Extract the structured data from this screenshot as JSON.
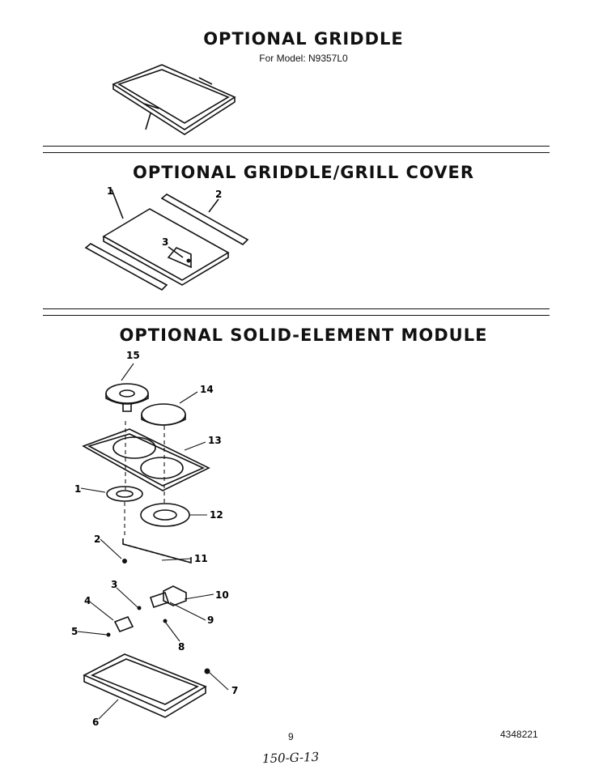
{
  "sections": [
    {
      "title": "OPTIONAL GRIDDLE",
      "subtitle": "For Model: N9357L0"
    },
    {
      "title": "OPTIONAL GRIDDLE/GRILL COVER",
      "callouts": [
        "1",
        "2",
        "3"
      ]
    },
    {
      "title": "OPTIONAL SOLID-ELEMENT MODULE",
      "callouts": [
        "15",
        "14",
        "13",
        "1",
        "12",
        "2",
        "11",
        "3",
        "10",
        "4",
        "9",
        "5",
        "8",
        "7",
        "6"
      ]
    }
  ],
  "footer": {
    "page_number": "9",
    "doc_number": "4348221",
    "handwritten": "150-G-13"
  }
}
